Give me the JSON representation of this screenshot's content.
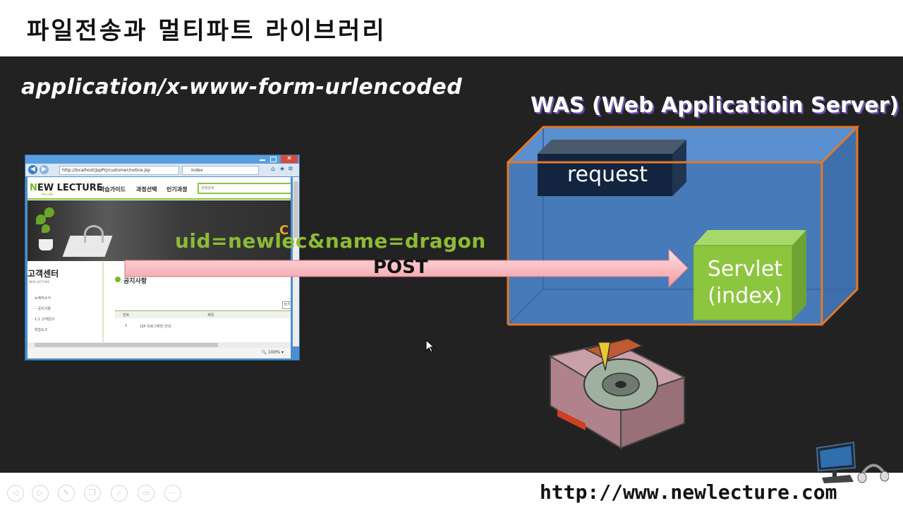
{
  "title": "파일전송과 멀티파트 라이브러리",
  "content_type": "application/x-www-form-urlencoded",
  "was_title": "WAS (Web Applicatioin Server)",
  "request_label": "request",
  "servlet_label": "Servlet",
  "servlet_sub": "(index)",
  "params": "uid=newlec&name=dragon",
  "param_overlap_char": "C",
  "method_label": "POST",
  "browser": {
    "address": "http://localhost/JspPrj/customer/notice.jsp",
    "tab_title": "Index",
    "logo": "EW LECTURE",
    "logo_n": "N",
    "logo_sub": "ON-LINE",
    "menu": [
      "학습가이드",
      "과정선택",
      "인기과정"
    ],
    "search_placeholder": "과정검색",
    "side_title": "고객센터",
    "side_sub": "NEW LECTURE",
    "side_items": [
      "뉴렉처소식",
      "공지사항",
      "1:1 고객문의",
      "학습도구"
    ],
    "notice_title": "공지사항",
    "write_button": "쓰기",
    "table_headers": [
      "번호",
      "제목"
    ],
    "table_rows": [
      [
        "1",
        "JSP 프로그래밍 안내"
      ]
    ],
    "zoom": "100%"
  },
  "footer_url": "http://www.newlecture.com",
  "colors": {
    "slide_bg": "#222222",
    "param_green": "#8dbb35",
    "was_blue": "#4a7fc1",
    "was_orange": "#e07a2a",
    "servlet_green": "#8cc63f",
    "arrow_pink": "#f8b3b8"
  }
}
